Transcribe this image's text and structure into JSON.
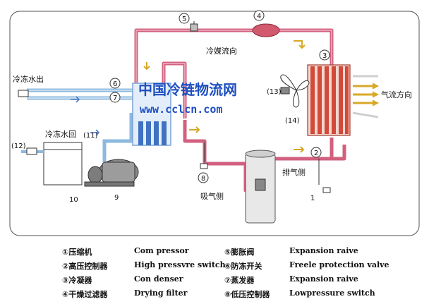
{
  "diagram": {
    "labels": {
      "water_out": "冷冻水出",
      "water_return": "冷冻水回",
      "refrigerant_flow": "冷媒流向",
      "airflow": "气流方向",
      "discharge": "排气侧",
      "suction": "吸气侧"
    },
    "numbers": {
      "n1": "1",
      "n2": "2",
      "n3": "3",
      "n4": "4",
      "n5": "5",
      "n6": "6",
      "n7": "7",
      "n8": "8",
      "n9": "9",
      "n10": "10",
      "n11": "(11)",
      "n12": "(12)",
      "n13": "(13)",
      "n14": "(14)"
    },
    "watermark": {
      "cn": "中国冷链物流网",
      "url": "www.cclcn.com"
    },
    "colors": {
      "refrigerant": "#d2607e",
      "water": "#8cb9e0",
      "condenser": "#d24a3a",
      "arrow": "#d8a826",
      "outline": "#333333"
    }
  },
  "legend": {
    "rows": [
      {
        "cn1": "①压缩机",
        "en1": "Com pressor",
        "cn2": "⑤膨胀阀",
        "en2": "Expansion raive"
      },
      {
        "cn1": "②高压控制器",
        "en1": "High pressvre switch",
        "cn2": "⑥防冻开关",
        "en2": "Freele protection valve"
      },
      {
        "cn1": "③冷凝器",
        "en1": "Con denser",
        "cn2": "⑦蒸发器",
        "en2": "Expansion raive"
      },
      {
        "cn1": "④干燥过滤器",
        "en1": "Drying filter",
        "cn2": "⑧低压控制器",
        "en2": "Lowpressure switch"
      }
    ]
  }
}
